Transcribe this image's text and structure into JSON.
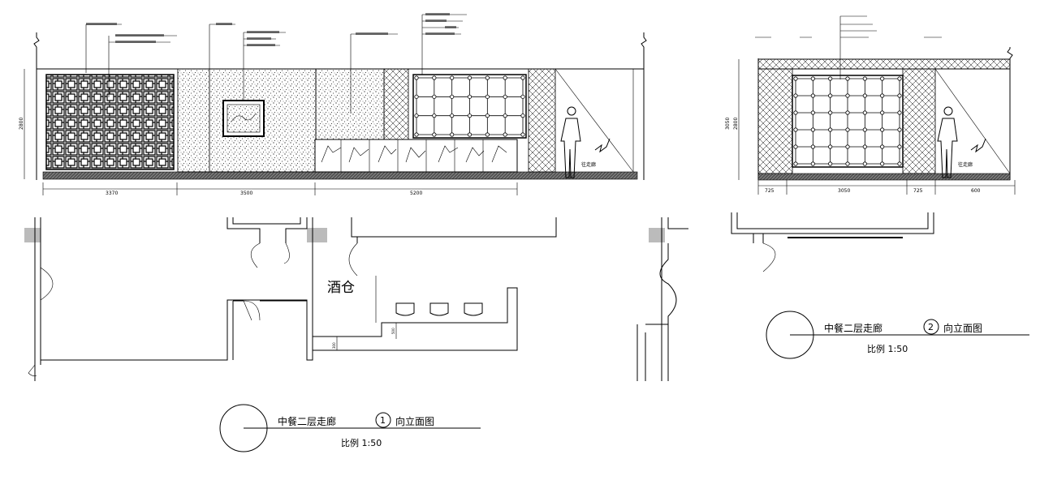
{
  "elevation_1": {
    "title": "中餐二层走廊",
    "number": "1",
    "view": "向立面图",
    "scale": "比例  1:50",
    "height_dim": "2800",
    "dims": [
      "3370",
      "3500",
      "5200"
    ],
    "figure_label": "往走廊",
    "room_label": "酒仓",
    "floor_dims": [
      "500",
      "300"
    ]
  },
  "elevation_2": {
    "title": "中餐二层走廊",
    "number": "2",
    "view": "向立面图",
    "scale": "比例  1:50",
    "height_dims": [
      "3050",
      "2800"
    ],
    "dims": [
      "725",
      "3050",
      "725",
      "600"
    ],
    "figure_label": "往走廊"
  },
  "colors": {
    "line": "#000000",
    "hatch": "#888888",
    "background": "#ffffff"
  }
}
